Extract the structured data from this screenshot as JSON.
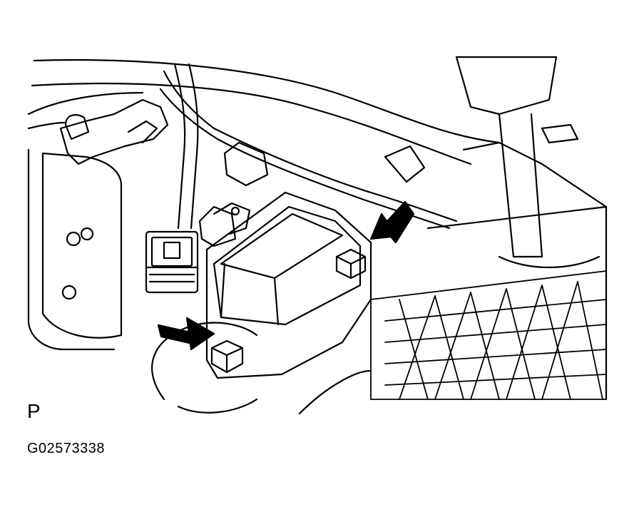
{
  "figure": {
    "view_letter": "P",
    "figure_code": "G02573338"
  },
  "colors": {
    "ink": "#000000",
    "paper": "#ffffff",
    "arrow_fill": "#000000"
  },
  "parts": {
    "airbag_sensor": "sensor-module",
    "fasteners": [
      "bolt-front",
      "bolt-rear"
    ],
    "callouts": [
      "arrow-to-front-bolt",
      "arrow-to-rear-bolt"
    ],
    "connector": "sensor-connector",
    "harness": "wire-harness",
    "floor": "floor-panel-grid"
  }
}
